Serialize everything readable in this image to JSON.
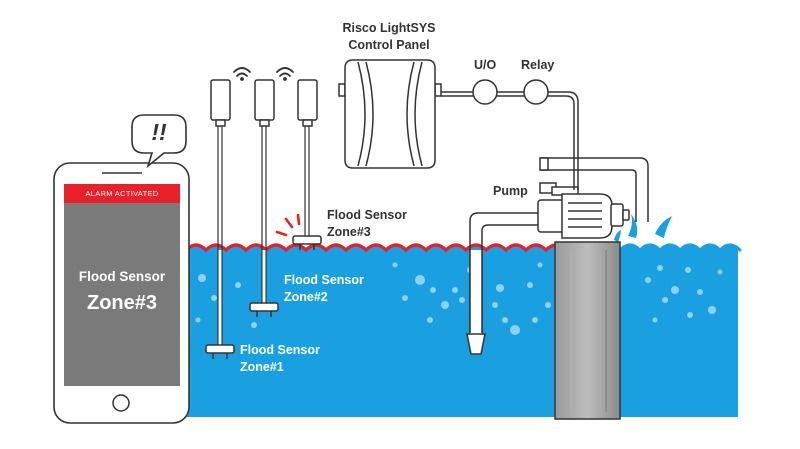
{
  "control_panel": {
    "line1": "Risco LightSYS",
    "line2": "Control Panel"
  },
  "modules": {
    "uo": "U/O",
    "relay": "Relay"
  },
  "pump": {
    "label": "Pump"
  },
  "sensors": {
    "zone3": {
      "line1": "Flood Sensor",
      "line2": "Zone#3"
    },
    "zone2": {
      "line1": "Flood Sensor",
      "line2": "Zone#2"
    },
    "zone1": {
      "line1": "Flood Sensor",
      "line2": "Zone#1"
    }
  },
  "phone": {
    "alarm_banner": "ALARM ACTIVATED",
    "line1": "Flood Sensor",
    "line2": "Zone#3",
    "bubble": "!!"
  },
  "colors": {
    "water": "#1aa0e0",
    "wave": "#e8202a",
    "phone_screen": "#7a7a7a",
    "alarm": "#e8202a",
    "outline": "#333333"
  },
  "icons": [
    "wifi-icon",
    "home-button-icon",
    "speech-bubble-icon",
    "flood-sensor-icon",
    "alert-rays-icon"
  ]
}
